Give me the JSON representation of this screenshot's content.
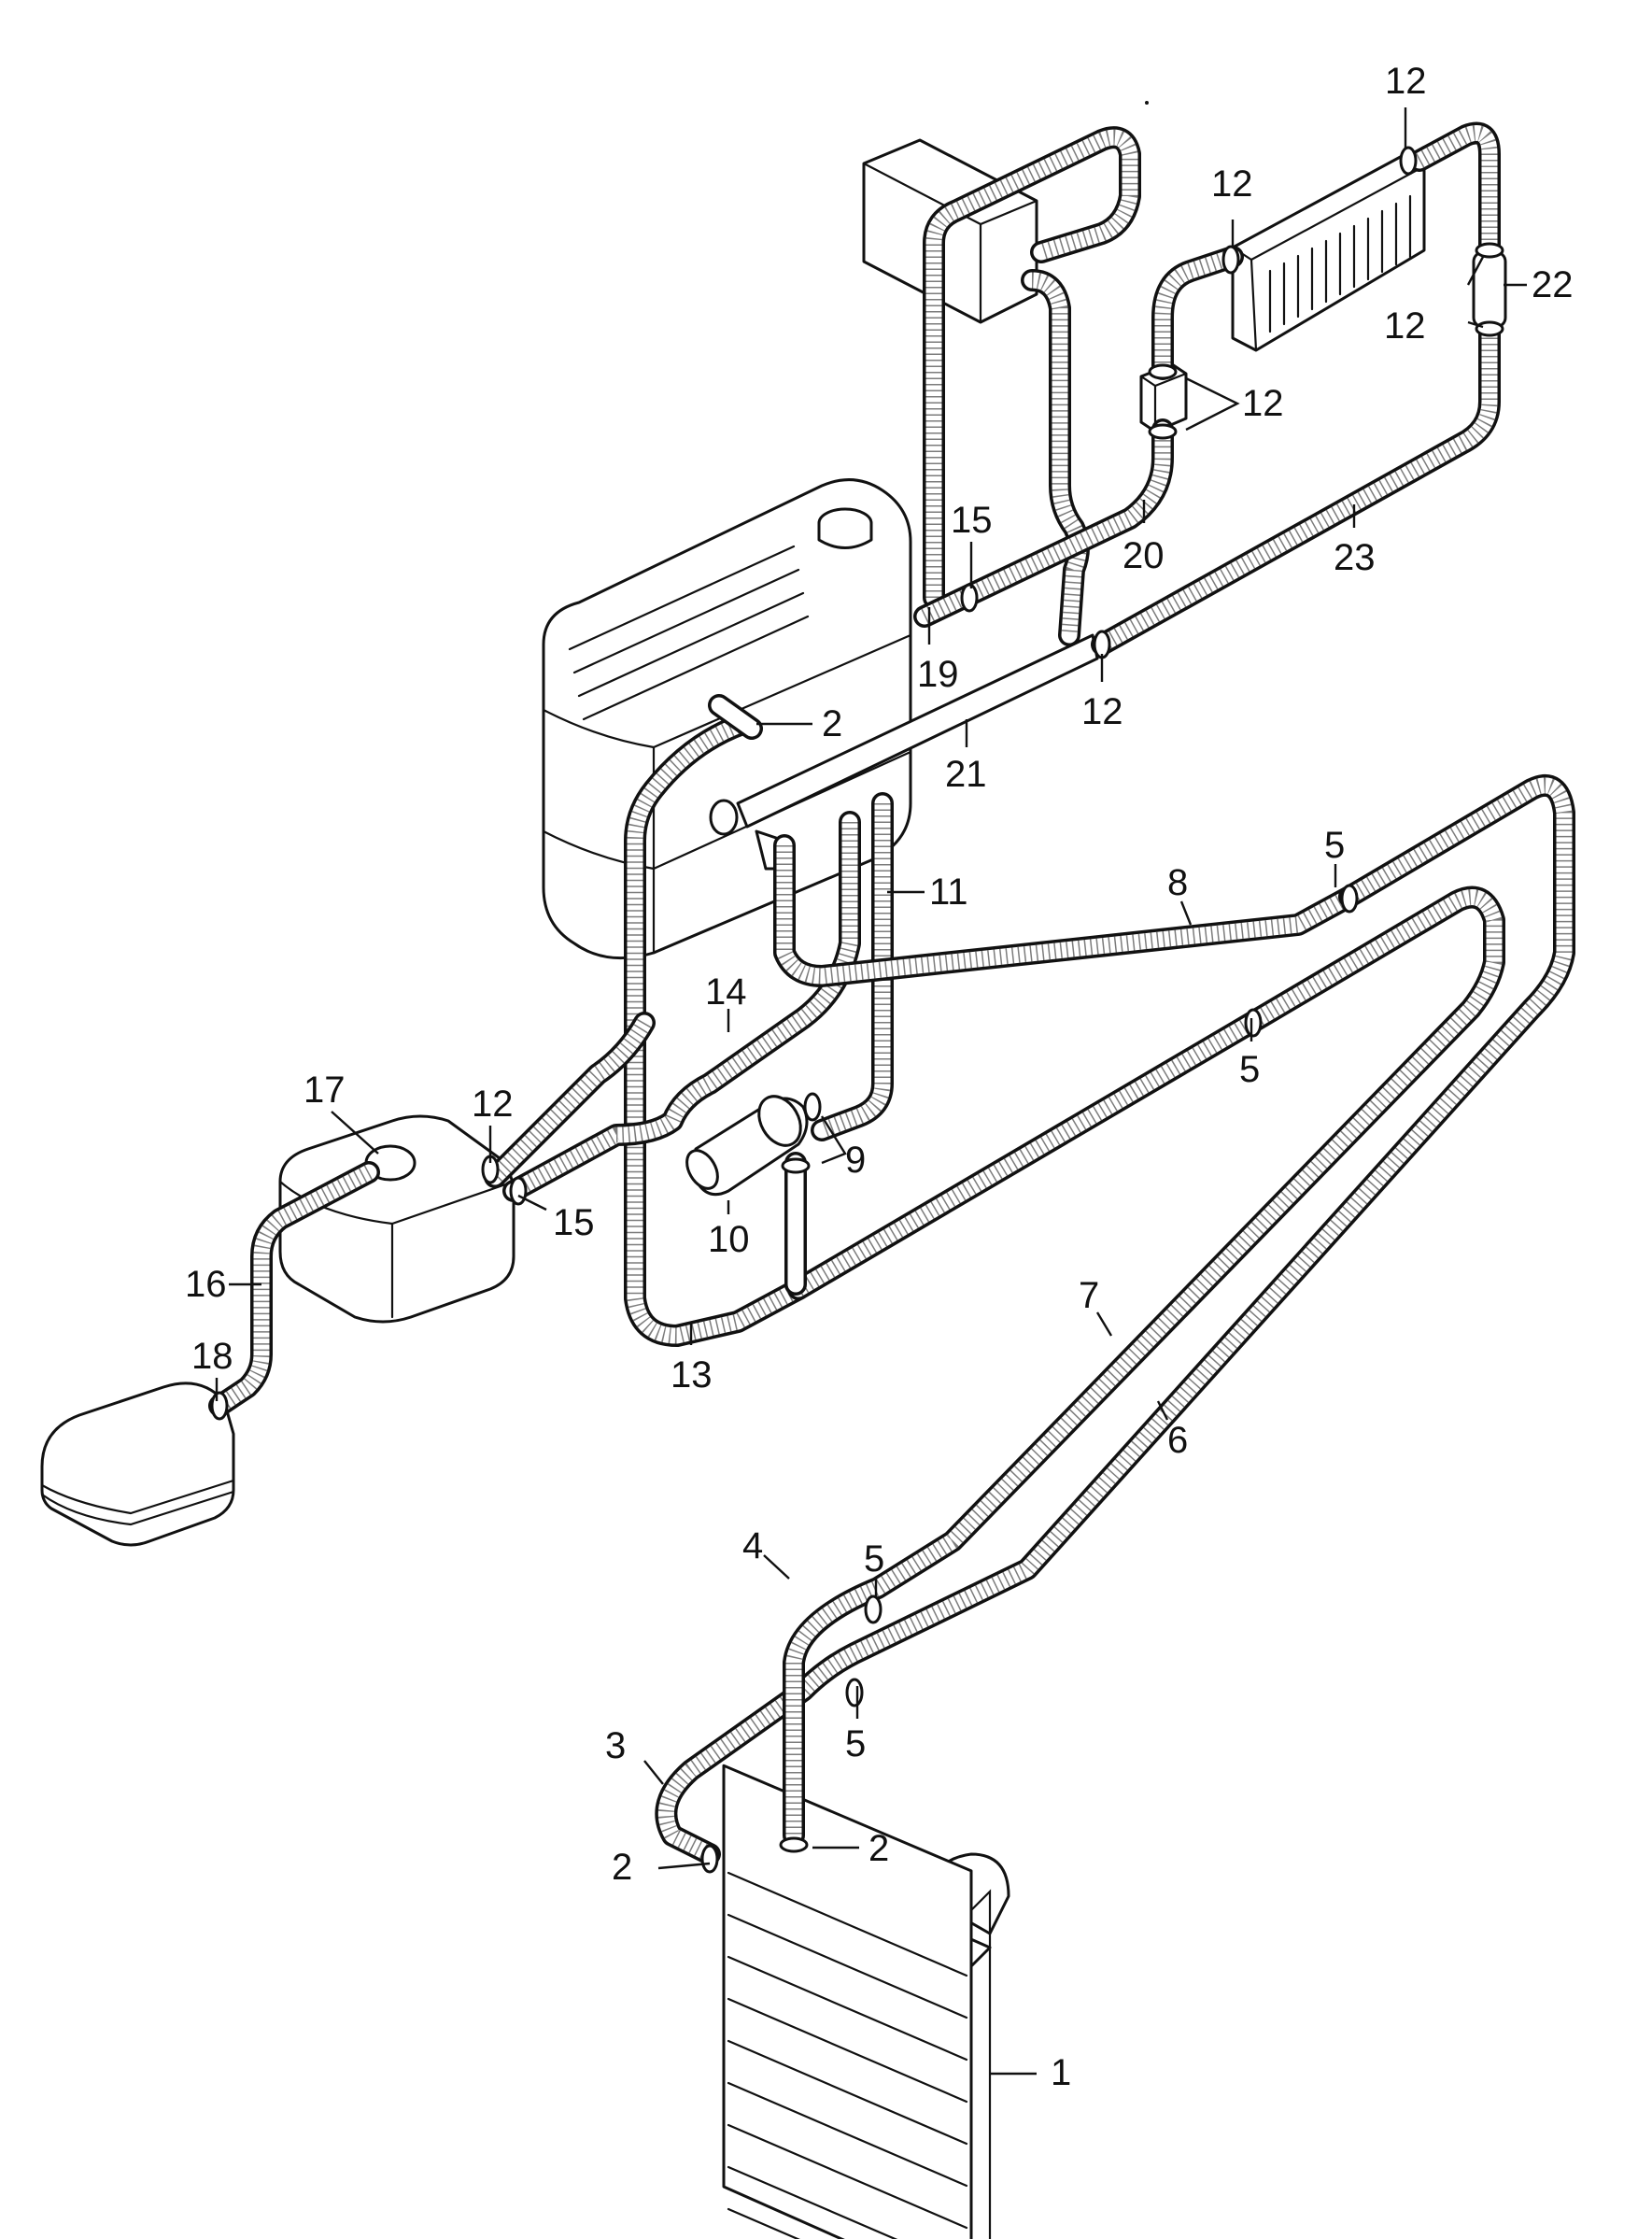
{
  "diagram": {
    "callouts": [
      {
        "id": "c1",
        "text": "1"
      },
      {
        "id": "c2a",
        "text": "2"
      },
      {
        "id": "c2b",
        "text": "2"
      },
      {
        "id": "c2c",
        "text": "2"
      },
      {
        "id": "c3",
        "text": "3"
      },
      {
        "id": "c4",
        "text": "4"
      },
      {
        "id": "c5a",
        "text": "5"
      },
      {
        "id": "c5b",
        "text": "5"
      },
      {
        "id": "c5c",
        "text": "5"
      },
      {
        "id": "c5d",
        "text": "5"
      },
      {
        "id": "c6",
        "text": "6"
      },
      {
        "id": "c7",
        "text": "7"
      },
      {
        "id": "c8",
        "text": "8"
      },
      {
        "id": "c9",
        "text": "9"
      },
      {
        "id": "c10",
        "text": "10"
      },
      {
        "id": "c11",
        "text": "11"
      },
      {
        "id": "c12a",
        "text": "12"
      },
      {
        "id": "c12b",
        "text": "12"
      },
      {
        "id": "c12c",
        "text": "12"
      },
      {
        "id": "c12d",
        "text": "12"
      },
      {
        "id": "c12e",
        "text": "12"
      },
      {
        "id": "c12f",
        "text": "12"
      },
      {
        "id": "c13",
        "text": "13"
      },
      {
        "id": "c14",
        "text": "14"
      },
      {
        "id": "c15a",
        "text": "15"
      },
      {
        "id": "c15b",
        "text": "15"
      },
      {
        "id": "c16",
        "text": "16"
      },
      {
        "id": "c17",
        "text": "17"
      },
      {
        "id": "c18",
        "text": "18"
      },
      {
        "id": "c19",
        "text": "19"
      },
      {
        "id": "c20",
        "text": "20"
      },
      {
        "id": "c21",
        "text": "21"
      },
      {
        "id": "c22",
        "text": "22"
      },
      {
        "id": "c23",
        "text": "23"
      }
    ]
  }
}
